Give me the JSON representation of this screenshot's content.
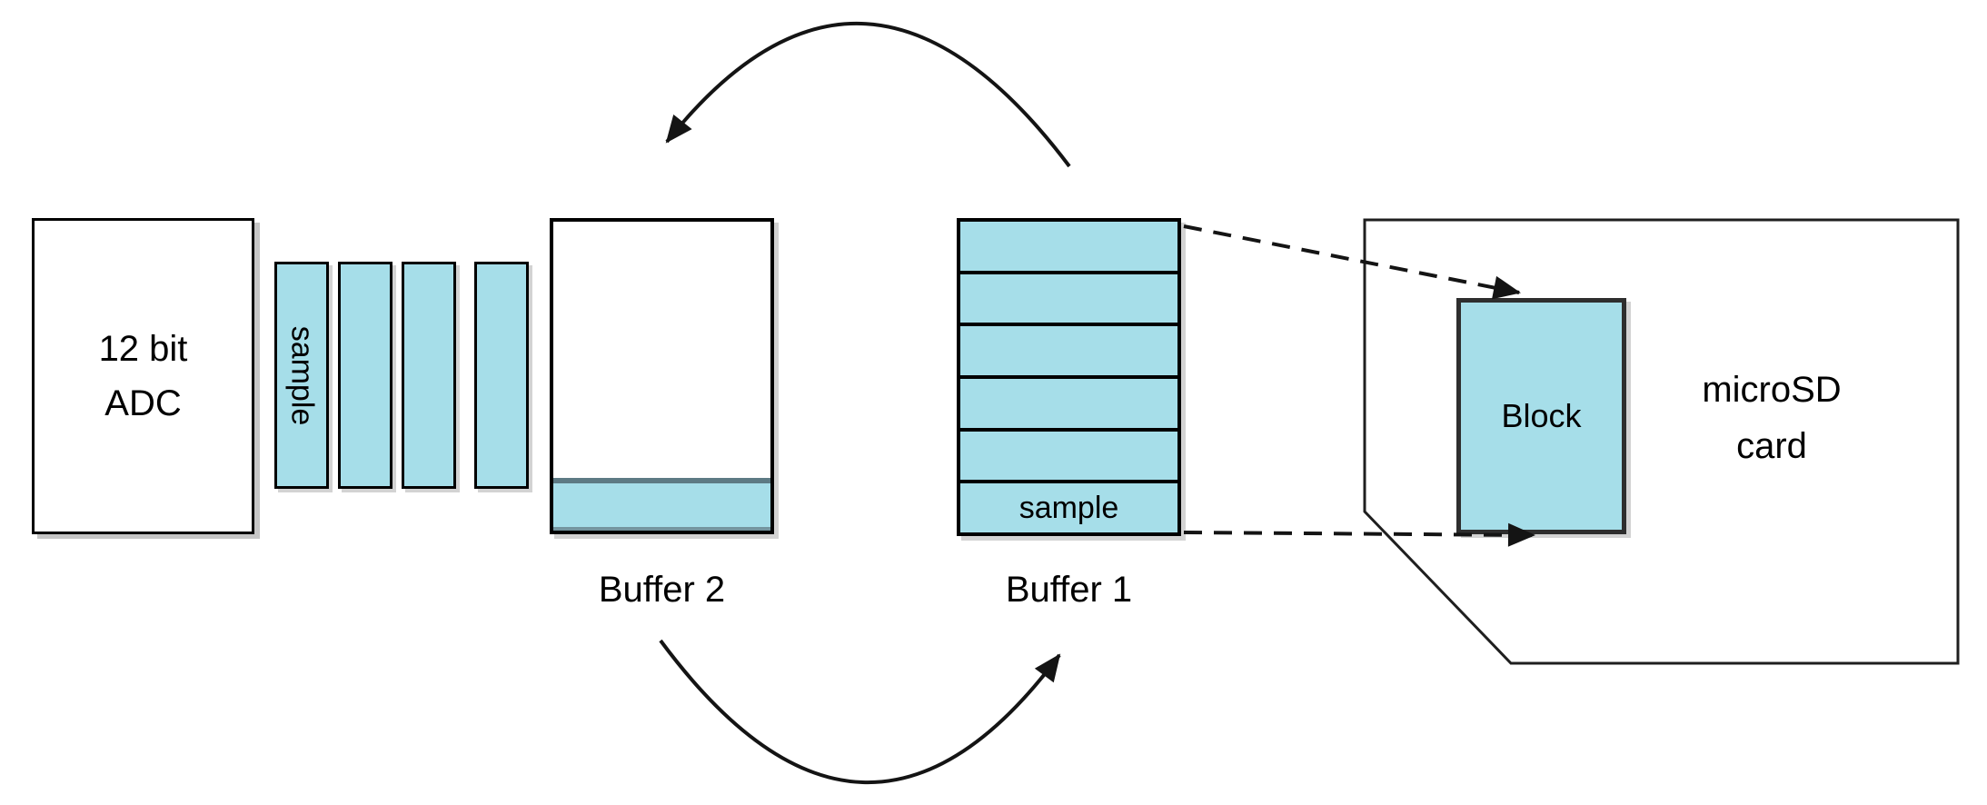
{
  "canvas": {
    "background": "#ffffff"
  },
  "palette": {
    "light_blue_fill": "#a6dee9",
    "box_border": "#000000",
    "block_border": "#2e2e2e",
    "buffer2_band_top_edge": "#5d7a84",
    "buffer2_band_bottom_edge": "#74959f",
    "line_color": "#141414",
    "card_outline": "#1f1f1f",
    "shadow_gray": "#808080"
  },
  "adc_box": {
    "line1": "12 bit",
    "line2": "ADC"
  },
  "sample_strips": {
    "count": 4,
    "label": "sample"
  },
  "buffer2": {
    "label": "Buffer 2"
  },
  "buffer1": {
    "label": "Buffer 1",
    "rows": 6,
    "bottom_row_label": "sample"
  },
  "block": {
    "label": "Block"
  },
  "sd_card": {
    "line1": "microSD",
    "line2": "card"
  }
}
